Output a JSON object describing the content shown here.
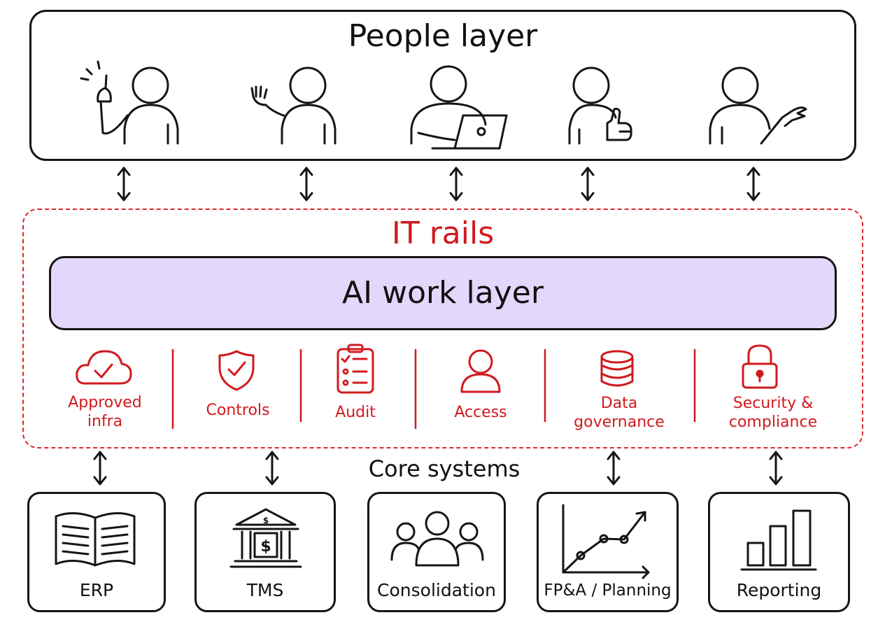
{
  "people_layer": {
    "title": "People layer",
    "people": [
      {
        "icon": "person-pointing-icon"
      },
      {
        "icon": "person-waving-icon"
      },
      {
        "icon": "person-laptop-icon"
      },
      {
        "icon": "person-thumbs-up-icon"
      },
      {
        "icon": "person-presenting-icon"
      }
    ]
  },
  "it_rails": {
    "title": "IT rails",
    "color": "#d01a1e",
    "ai_work_layer": {
      "title": "AI work layer",
      "fill": "#e3d8fb"
    },
    "items": [
      {
        "label": "Approved\ninfra",
        "icon": "cloud-check-icon"
      },
      {
        "label": "Controls",
        "icon": "shield-check-icon"
      },
      {
        "label": "Audit",
        "icon": "clipboard-checklist-icon"
      },
      {
        "label": "Access",
        "icon": "user-icon"
      },
      {
        "label": "Data\ngovernance",
        "icon": "database-icon"
      },
      {
        "label": "Security &\ncompliance",
        "icon": "padlock-icon"
      }
    ]
  },
  "core_systems": {
    "title": "Core systems",
    "systems": [
      {
        "label": "ERP",
        "icon": "open-book-icon"
      },
      {
        "label": "TMS",
        "icon": "bank-icon"
      },
      {
        "label": "Consolidation",
        "icon": "group-icon"
      },
      {
        "label": "FP&A / Planning",
        "icon": "line-chart-icon"
      },
      {
        "label": "Reporting",
        "icon": "bar-chart-icon"
      }
    ]
  }
}
